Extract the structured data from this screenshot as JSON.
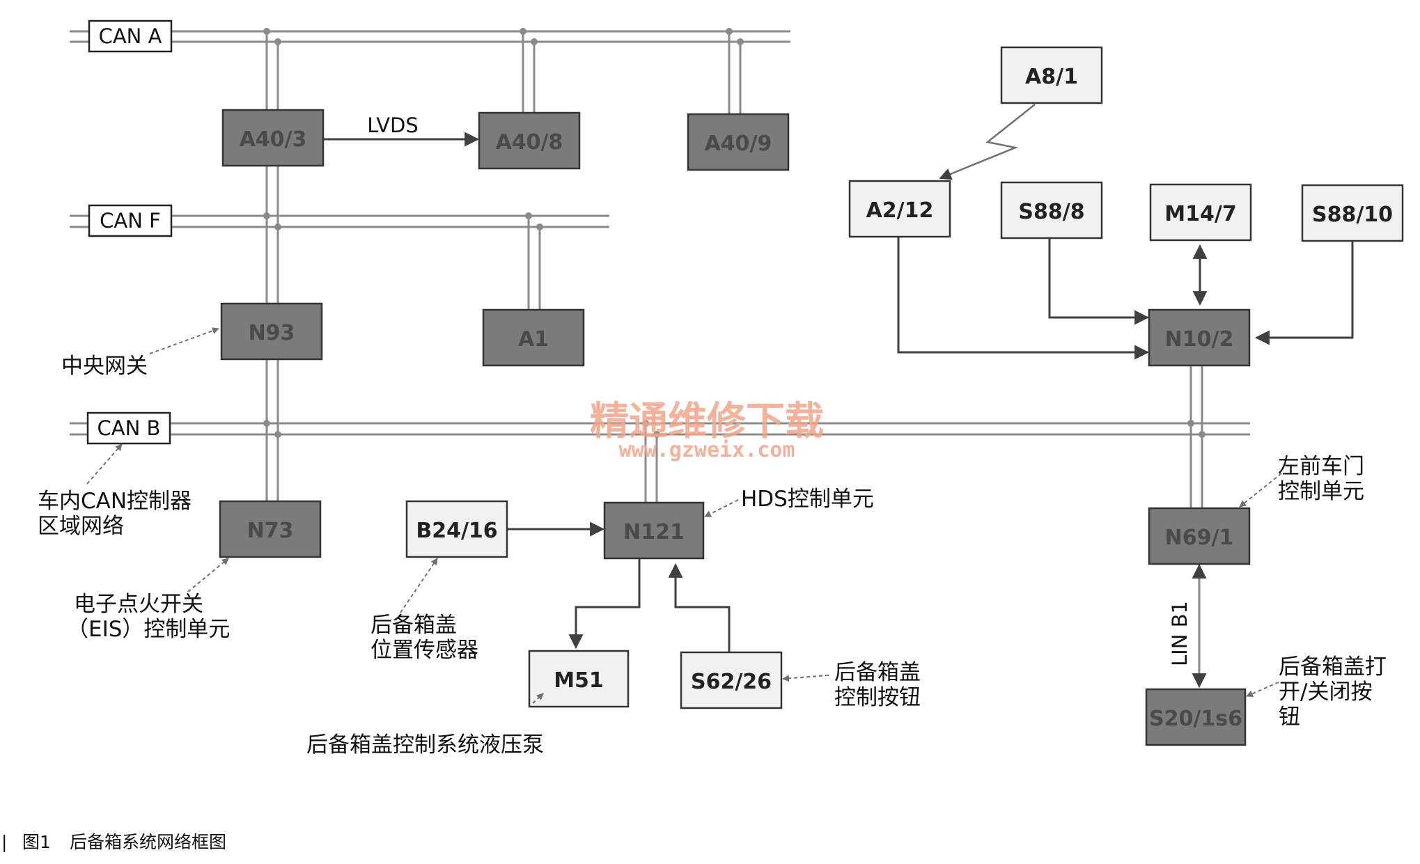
{
  "colors": {
    "dark_box_fill": "#7b7b7b",
    "light_box_fill": "#f1f1f1",
    "line": "#404040",
    "bus": "#8a8a8a",
    "watermark": "#f3a58a"
  },
  "buses": {
    "can_a": "CAN A",
    "can_f": "CAN F",
    "can_b": "CAN B",
    "lvds": "LVDS",
    "lin_b1": "LIN B1"
  },
  "nodes": {
    "a40_3": "A40/3",
    "a40_8": "A40/8",
    "a40_9": "A40/9",
    "n93": "N93",
    "a1": "A1",
    "n73": "N73",
    "b24_16": "B24/16",
    "n121": "N121",
    "m51": "M51",
    "s62_26": "S62/26",
    "a8_1": "A8/1",
    "a2_12": "A2/12",
    "s88_8": "S88/8",
    "m14_7": "M14/7",
    "s88_10": "S88/10",
    "n10_2": "N10/2",
    "n69_1": "N69/1",
    "s20_1s6": "S20/1s6"
  },
  "annotations": {
    "central_gateway": "中央网关",
    "can_b_desc_line1": "车内CAN控制器",
    "can_b_desc_line2": "区域网络",
    "eis_line1": "电子点火开关",
    "eis_line2": "（EIS）控制单元",
    "b24_line1": "后备箱盖",
    "b24_line2": "位置传感器",
    "hds_unit": "HDS控制单元",
    "pump": "后备箱盖控制系统液压泵",
    "s62_line1": "后备箱盖",
    "s62_line2": "控制按钮",
    "door_line1": "左前车门",
    "door_line2": "控制单元",
    "s20_line1": "后备箱盖打",
    "s20_line2": "开/关闭按",
    "s20_line3": "钮"
  },
  "watermark": {
    "line1": "精通维修下载",
    "line2": "www.gzweix.com"
  },
  "caption": {
    "marker": "|",
    "number": "图1",
    "title": "后备箱系统网络框图"
  }
}
